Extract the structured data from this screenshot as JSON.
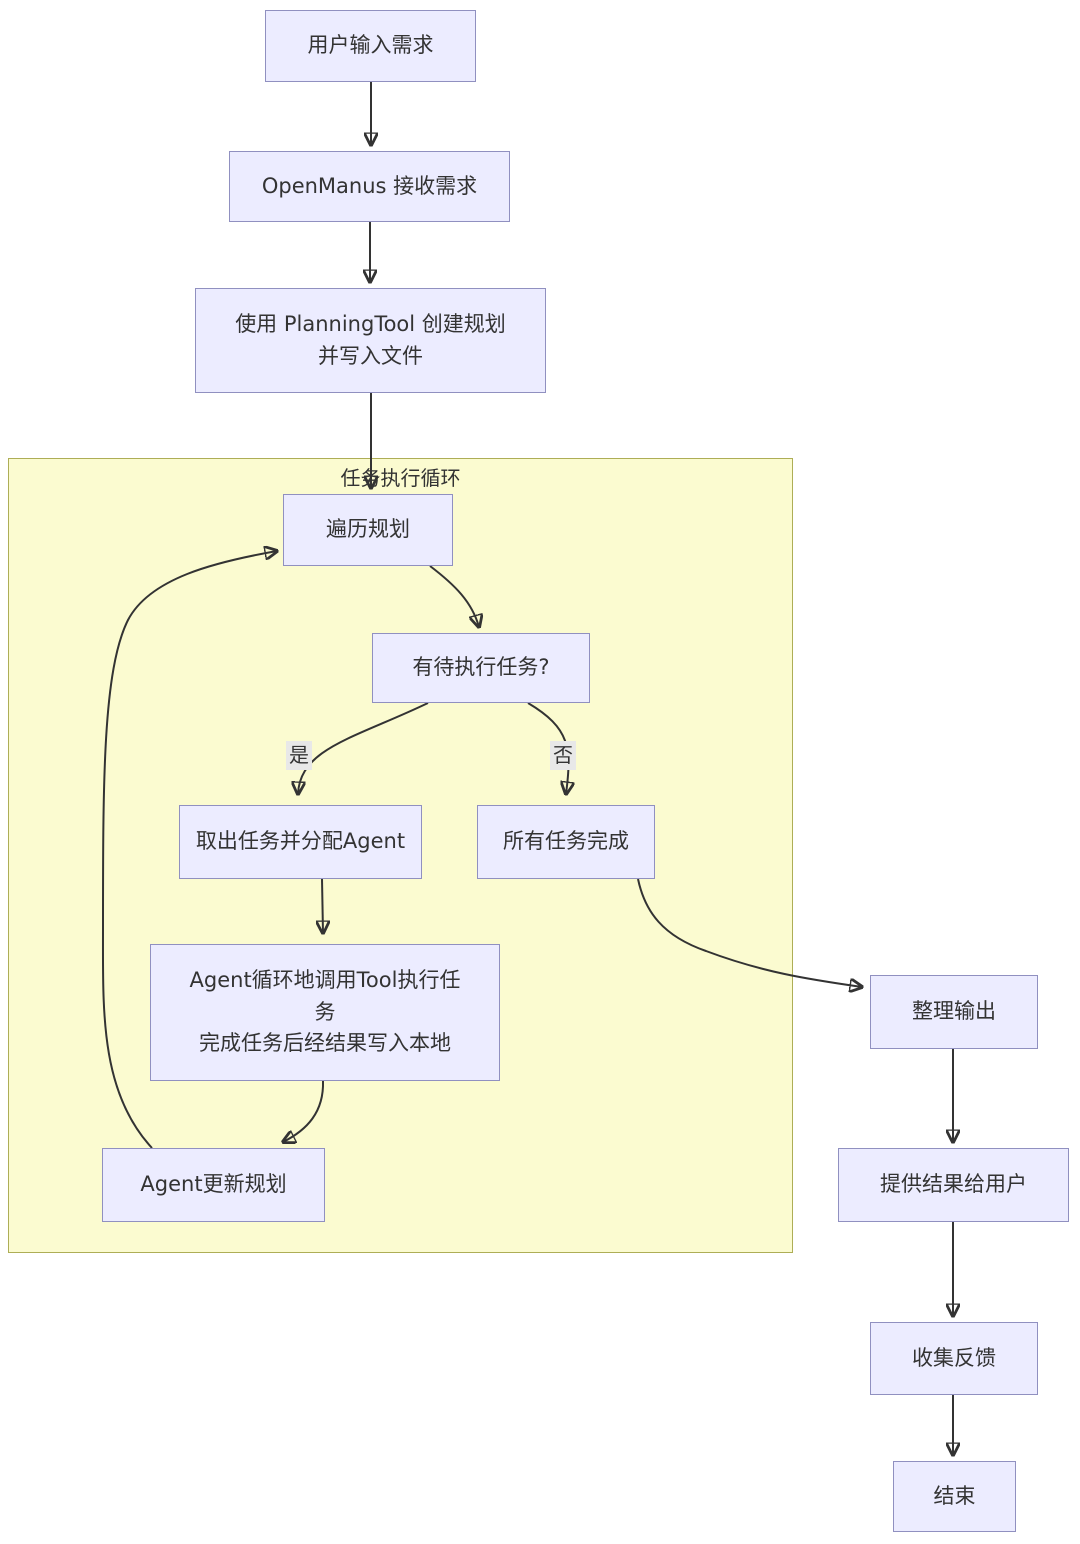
{
  "diagram": {
    "cluster_title": "任务执行循环",
    "nodes": {
      "user_input": {
        "lines": [
          "用户输入需求"
        ]
      },
      "receive": {
        "lines": [
          "OpenManus 接收需求"
        ]
      },
      "planning": {
        "lines": [
          "使用 PlanningTool 创建规划",
          "并写入文件"
        ]
      },
      "traverse": {
        "lines": [
          "遍历规划"
        ]
      },
      "pending_check": {
        "lines": [
          "有待执行任务?"
        ]
      },
      "assign": {
        "lines": [
          "取出任务并分配Agent"
        ]
      },
      "all_done": {
        "lines": [
          "所有任务完成"
        ]
      },
      "agent_execute": {
        "lines": [
          "Agent循环地调用Tool执行任",
          "务",
          "完成任务后经结果写入本地"
        ]
      },
      "agent_update": {
        "lines": [
          "Agent更新规划"
        ]
      },
      "organize": {
        "lines": [
          "整理输出"
        ]
      },
      "provide": {
        "lines": [
          "提供结果给用户"
        ]
      },
      "feedback": {
        "lines": [
          "收集反馈"
        ]
      },
      "end": {
        "lines": [
          "结束"
        ]
      }
    },
    "edge_labels": {
      "yes": "是",
      "no": "否"
    },
    "colors": {
      "node_fill": "#ECECFF",
      "node_border": "#9090C0",
      "cluster_fill": "#FBFBD0",
      "cluster_border": "#AEAE56",
      "arrow": "#333333",
      "text": "#333333",
      "edge_label_bg": "#E8E8E8"
    }
  }
}
